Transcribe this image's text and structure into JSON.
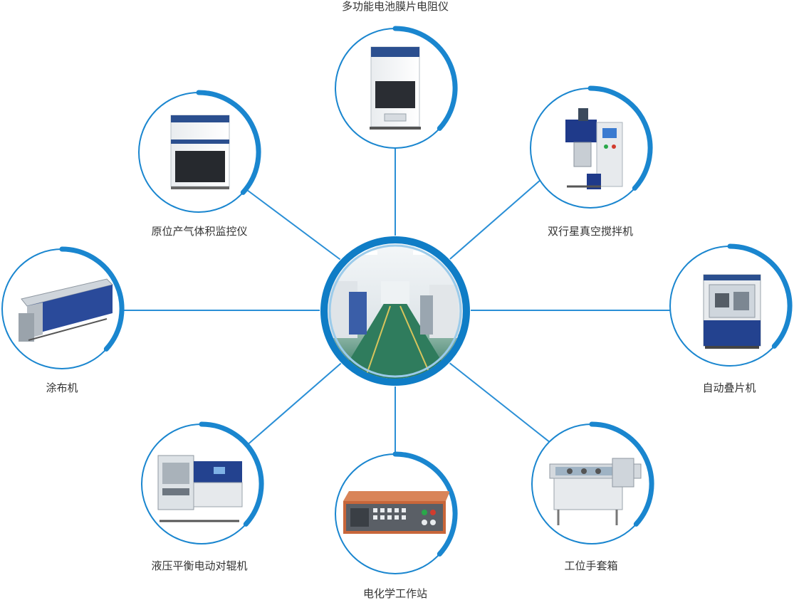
{
  "colors": {
    "accent": "#1a86cf",
    "line": "#2a8fd6",
    "ring": "#0f7dc6",
    "text": "#333333"
  },
  "center": {
    "name": "lab-corridor-photo",
    "icon": "laboratory-photo-icon"
  },
  "nodes": [
    {
      "key": "film-resistance",
      "label": "多功能电池膜片电阻仪",
      "icon": "resistance-meter-icon"
    },
    {
      "key": "gas-volume",
      "label": "原位产气体积监控仪",
      "icon": "gas-volume-monitor-icon"
    },
    {
      "key": "mixer",
      "label": "双行星真空搅拌机",
      "icon": "vacuum-mixer-icon"
    },
    {
      "key": "coater",
      "label": "涂布机",
      "icon": "coating-machine-icon"
    },
    {
      "key": "stacker",
      "label": "自动叠片机",
      "icon": "stacking-machine-icon"
    },
    {
      "key": "roller",
      "label": "液压平衡电动对辊机",
      "icon": "roller-press-icon"
    },
    {
      "key": "workstation",
      "label": "电化学工作站",
      "icon": "electrochemical-workstation-icon"
    },
    {
      "key": "glovebox",
      "label": "工位手套箱",
      "icon": "glove-box-icon"
    }
  ]
}
